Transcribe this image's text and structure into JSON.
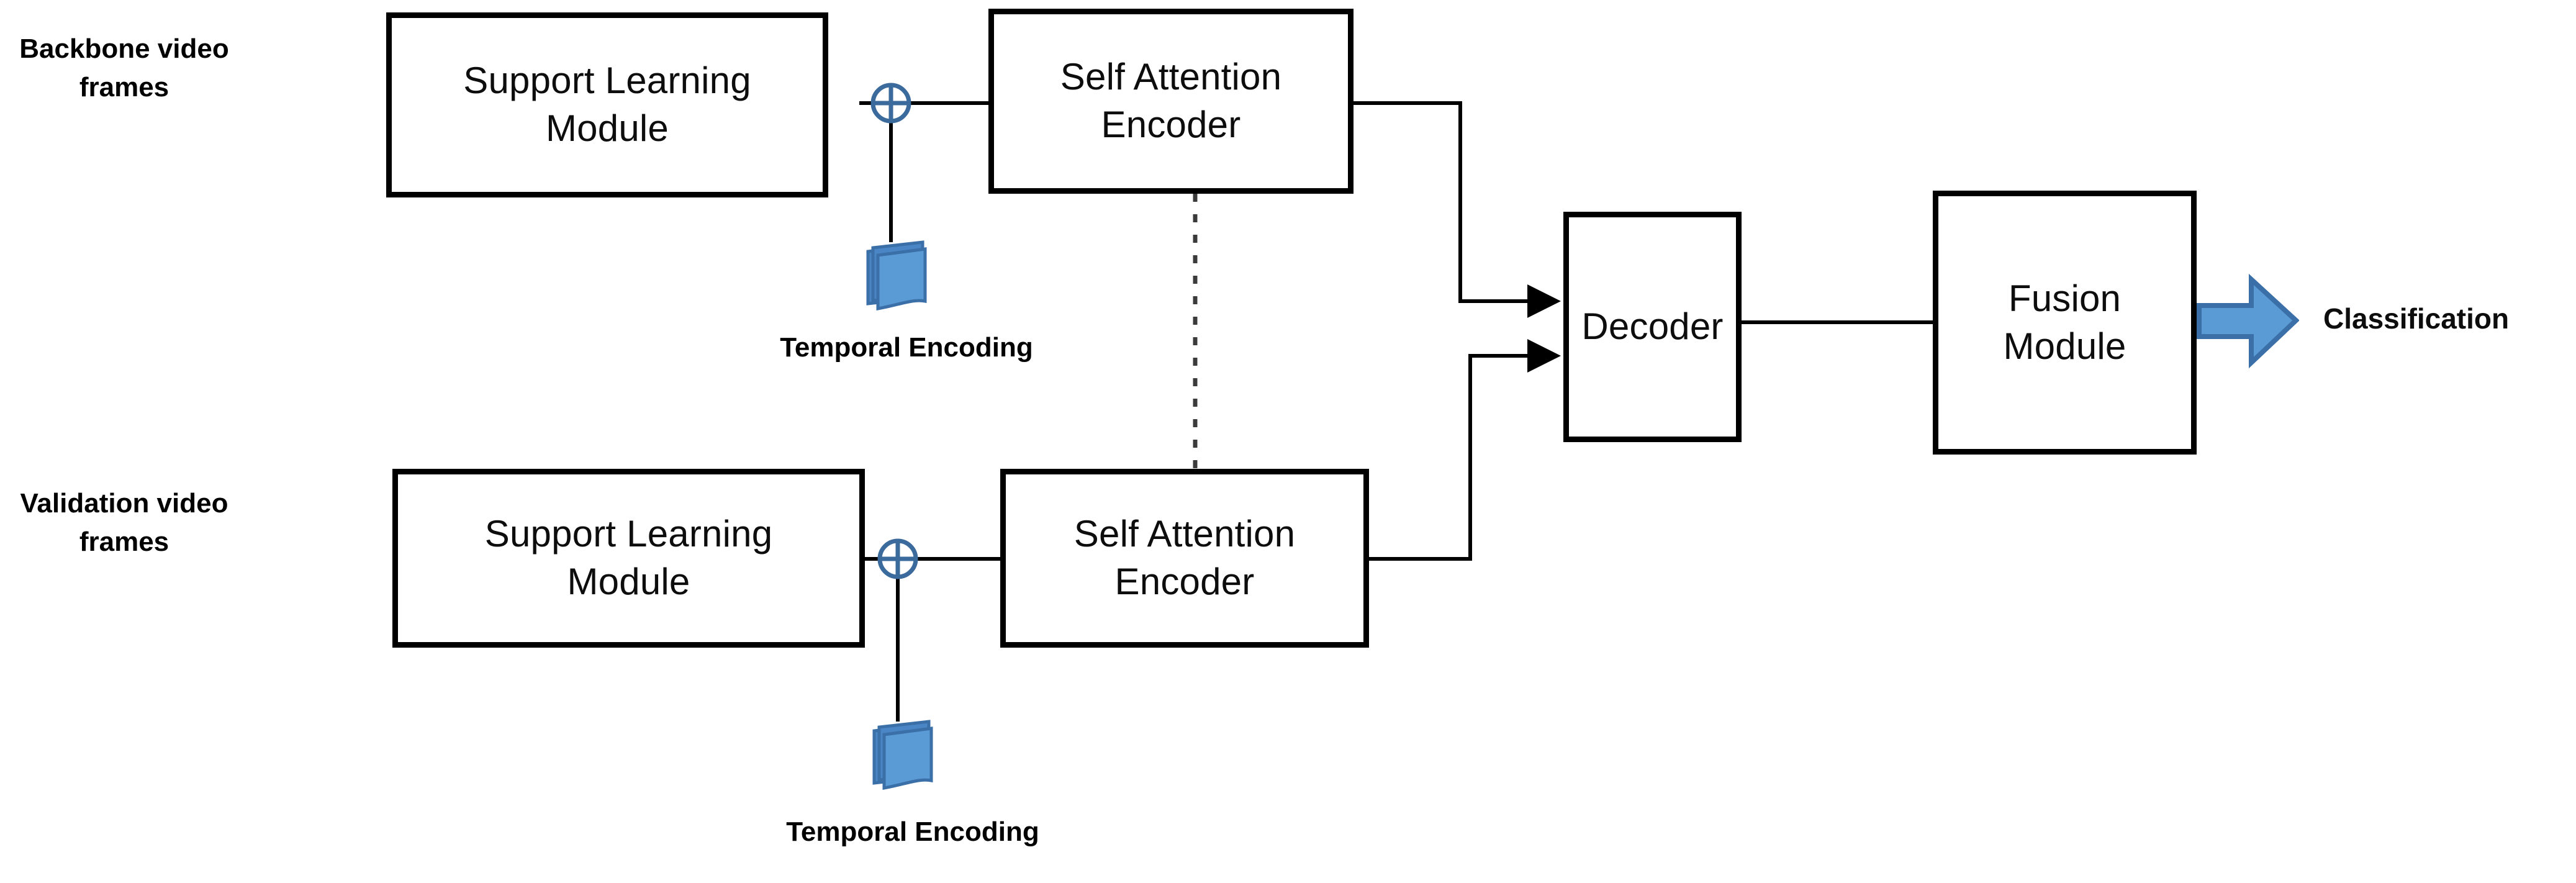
{
  "diagram": {
    "title": "Few-shot video classification architecture",
    "background_color": "#ffffff",
    "line_color": "#000000",
    "accent_blue": "#5B9BD5",
    "accent_blue_dark": "#3A6FA8",
    "oplus_color": "#3B6A9C"
  },
  "inputs": [
    {
      "id": "backbone",
      "line1": "Backbone video",
      "line2": "frames"
    },
    {
      "id": "validation",
      "line1": "Validation video",
      "line2": "frames"
    }
  ],
  "nodes": [
    {
      "id": "support-learning-module-top",
      "line1": "Support Learning",
      "line2": "Module"
    },
    {
      "id": "self-attention-encoder-top",
      "line1": "Self Attention",
      "line2": "Encoder"
    },
    {
      "id": "support-learning-module-bottom",
      "line1": "Support Learning",
      "line2": "Module"
    },
    {
      "id": "self-attention-encoder-bottom",
      "line1": "Self Attention",
      "line2": "Encoder"
    },
    {
      "id": "decoder",
      "line1": "Decoder",
      "line2": ""
    },
    {
      "id": "fusion-module",
      "line1": "Fusion",
      "line2": "Module"
    }
  ],
  "operators": [
    {
      "id": "add-top",
      "symbol": "oplus",
      "label": "circled-plus"
    },
    {
      "id": "add-bottom",
      "symbol": "oplus",
      "label": "circled-plus"
    }
  ],
  "encodings": [
    {
      "id": "temporal-encoding-top",
      "caption": "Temporal Encoding",
      "icon": "stacked-pages-icon"
    },
    {
      "id": "temporal-encoding-bottom",
      "caption": "Temporal Encoding",
      "icon": "stacked-pages-icon"
    }
  ],
  "output": {
    "label": "Classification",
    "arrow_icon": "block-arrow-right-icon"
  },
  "connections": [
    {
      "from": "support-learning-module-top",
      "to": "add-top",
      "style": "solid"
    },
    {
      "from": "add-top",
      "to": "self-attention-encoder-top",
      "style": "solid"
    },
    {
      "from": "temporal-encoding-top",
      "to": "add-top",
      "style": "solid"
    },
    {
      "from": "support-learning-module-bottom",
      "to": "add-bottom",
      "style": "solid"
    },
    {
      "from": "add-bottom",
      "to": "self-attention-encoder-bottom",
      "style": "solid"
    },
    {
      "from": "temporal-encoding-bottom",
      "to": "add-bottom",
      "style": "solid"
    },
    {
      "from": "self-attention-encoder-top",
      "to": "self-attention-encoder-bottom",
      "style": "dashed"
    },
    {
      "from": "self-attention-encoder-top",
      "to": "decoder",
      "style": "solid-arrow"
    },
    {
      "from": "self-attention-encoder-bottom",
      "to": "decoder",
      "style": "solid-arrow"
    },
    {
      "from": "decoder",
      "to": "fusion-module",
      "style": "solid"
    },
    {
      "from": "fusion-module",
      "to": "classification",
      "style": "block-arrow"
    }
  ]
}
